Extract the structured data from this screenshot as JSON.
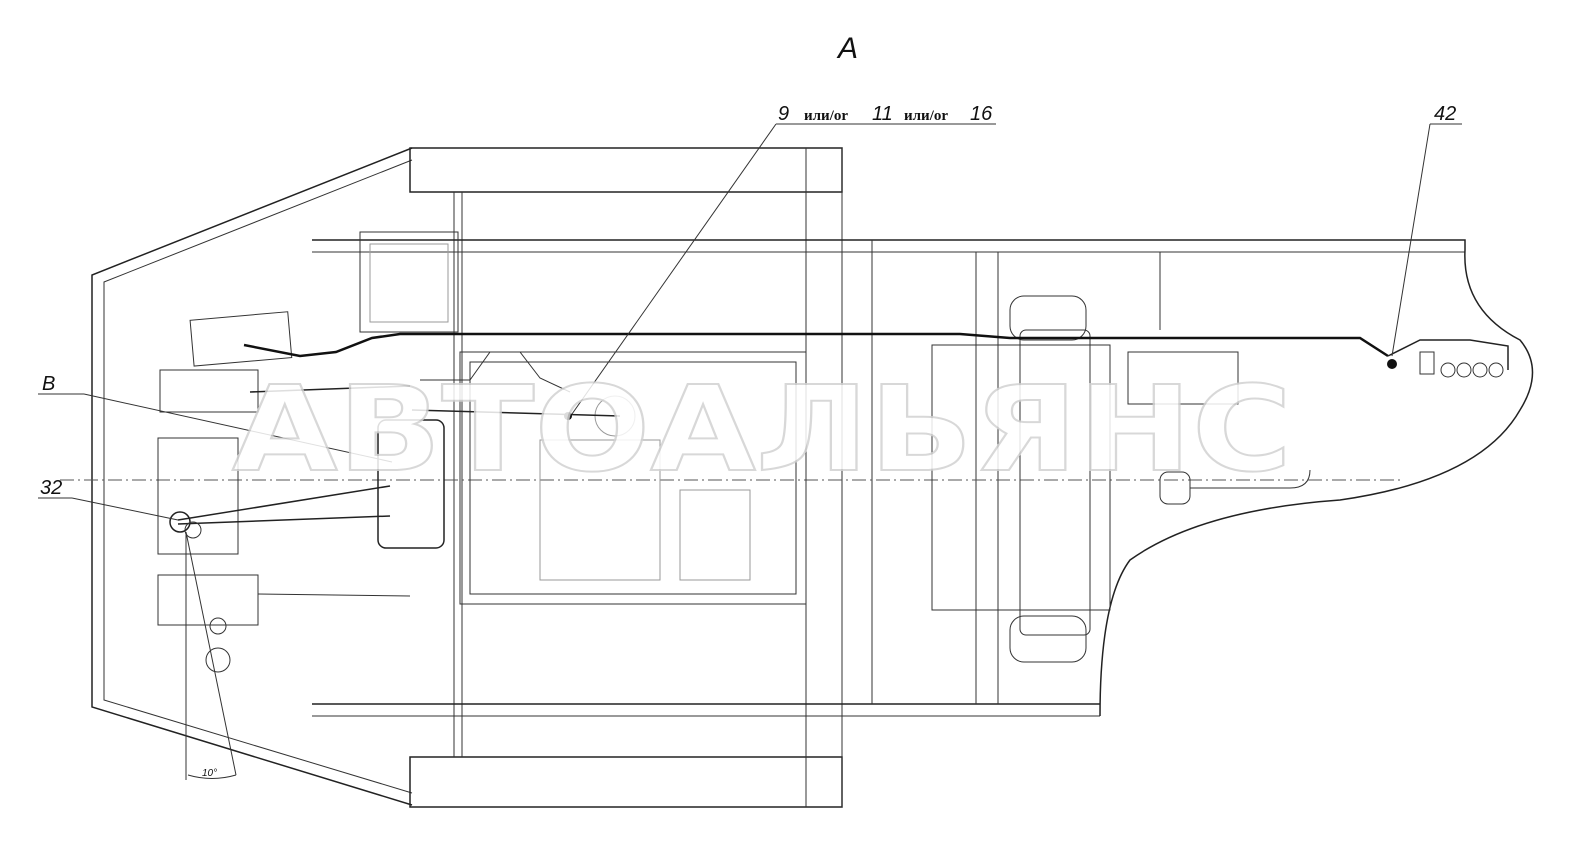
{
  "view_label": "А",
  "callouts": {
    "top_center": {
      "n1": "9",
      "sep1": "или/or",
      "n2": "11",
      "sep2": "или/or",
      "n3": "16"
    },
    "top_right": "42",
    "left_b": "В",
    "left_32": "32",
    "angle": "10°"
  },
  "watermark": "АВТОАЛЬЯНС"
}
